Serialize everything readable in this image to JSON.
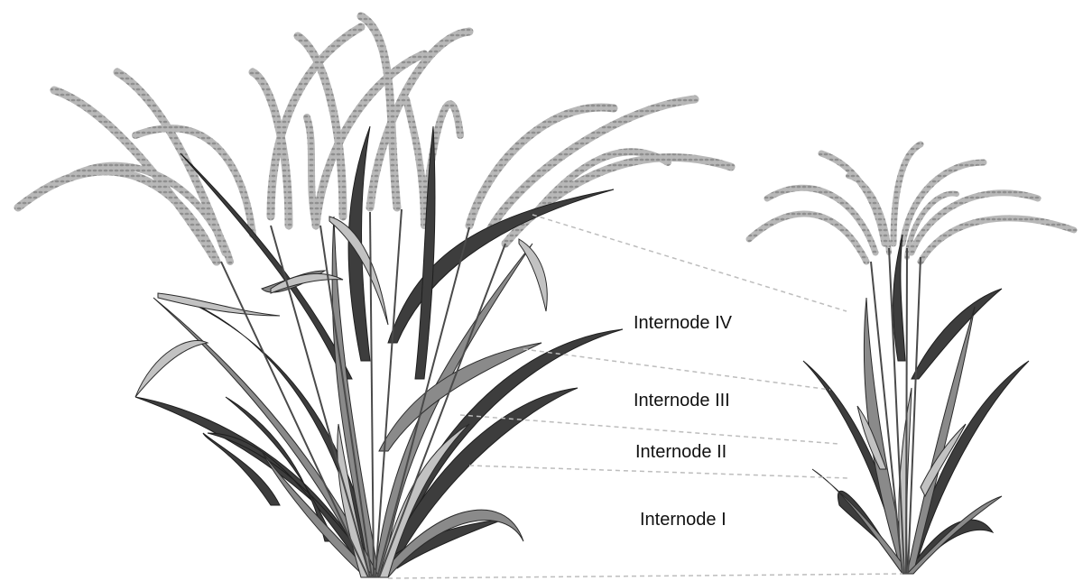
{
  "labels": {
    "internode_iv": "Internode IV",
    "internode_iii": "Internode III",
    "internode_ii": "Internode II",
    "internode_i": "Internode I"
  },
  "colors": {
    "leaf_dark": "#3d3d3d",
    "leaf_mid": "#8a8a8a",
    "leaf_light": "#c2c2c2",
    "panicle": "#a9a9a9",
    "dash_line": "#bdbdbd",
    "text": "#111111"
  }
}
